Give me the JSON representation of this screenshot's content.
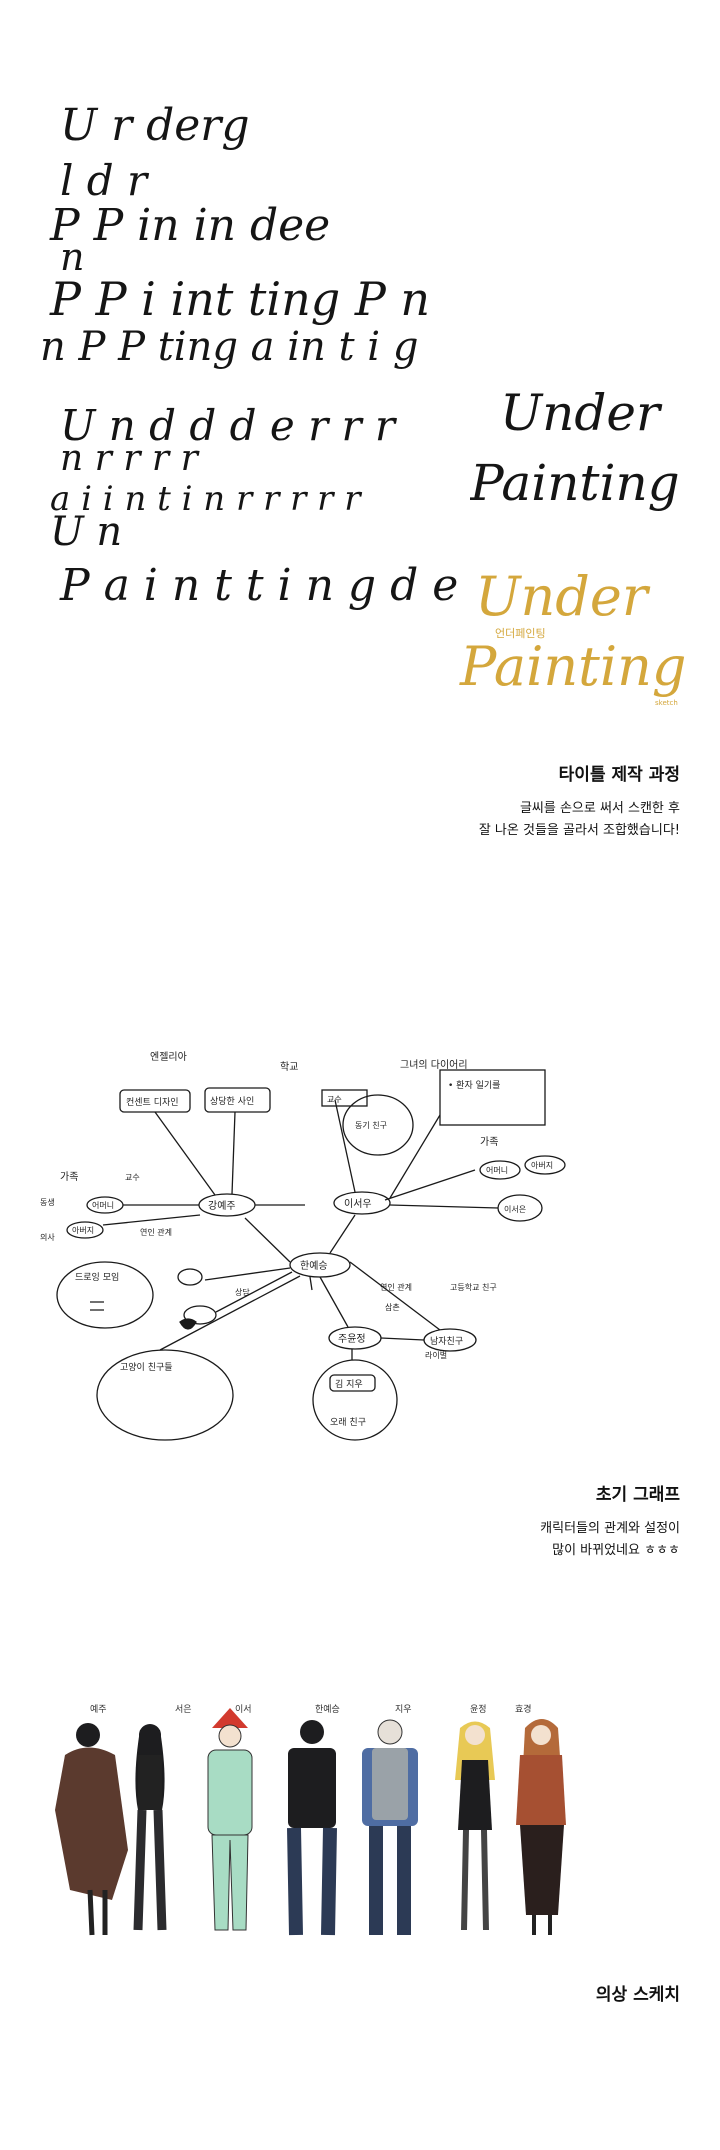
{
  "section1": {
    "scan_lines": [
      "U        r       derg",
      "                 l d r",
      "P P  in in       dee",
      "          n",
      "P P  i int  ting  P n",
      "n P P  ting    a in t i g",
      "U n d d  d e r r r",
      "          n   r r r r",
      "a i i n   t i n   r r r r r",
      "                      U n",
      "P a i n t  t i n g    d e r"
    ],
    "title_black": {
      "line1": "Under",
      "line2": "Painting"
    },
    "title_gold": {
      "line1": "Under",
      "line2": "Painting",
      "korean": "언더페인팅",
      "small": "sketch"
    },
    "caption_title": "타이틀 제작 과정",
    "caption_body": "글씨를 손으로 써서 스캔한 후\n잘 나온 것들을 골라서 조합했습니다!",
    "gold_color": "#d4a73c"
  },
  "section2": {
    "graph_labels": {
      "top_left": "엔젤리아",
      "top_mid": "학교",
      "top_right": "그녀의 다이어리",
      "box_1": "컨센트 디자인",
      "box_2": "상당한 사인",
      "box_note": "• 환자 일기를",
      "node_kang": "강예주",
      "node_lee": "이서우",
      "node_han": "한예승",
      "node_ju": "주윤정",
      "node_nam": "남자친구",
      "node_kim": "김 지우",
      "node_mom": "어머니",
      "node_dad": "아버지",
      "node_mom2": "어머니",
      "node_dad2": "아버지",
      "node_lee2": "이서은",
      "family1": "가족",
      "family2": "가족",
      "prof1": "교수",
      "prof2": "교수",
      "note_friend": "동기 친구",
      "note_rel": "연인 관계",
      "note_spring": "삼촌",
      "note_school": "고등학교 친구",
      "note_rel2": "연인 관계",
      "note_sibling": "동생",
      "note_medical": "의사",
      "note_circle_left": "드로잉 모임",
      "note_circle_bottom": "고양이 친구들",
      "note_bottom": "오래 친구",
      "note_blank": "상담",
      "note_misc": "라이벌"
    },
    "caption_title": "초기 그래프",
    "caption_body": "캐릭터들의 관계와 설정이\n많이 바뀌었네요 ㅎㅎㅎ"
  },
  "section3": {
    "character_names": [
      "예주",
      "서은",
      "이서",
      "한예승",
      "지우",
      "윤정",
      "효경"
    ],
    "caption_title": "의상 스케치",
    "colors": {
      "coat_brown": "#5b3a2e",
      "pajama_mint": "#a8dcc4",
      "santa_red": "#d23a2e",
      "jacket_black": "#1d1d1f",
      "vest_gray": "#9aa2a8",
      "shirt_blue": "#4f6da3",
      "hair_blonde": "#e8c955",
      "top_rust": "#a65032",
      "jeans_navy": "#2c3a55"
    }
  }
}
